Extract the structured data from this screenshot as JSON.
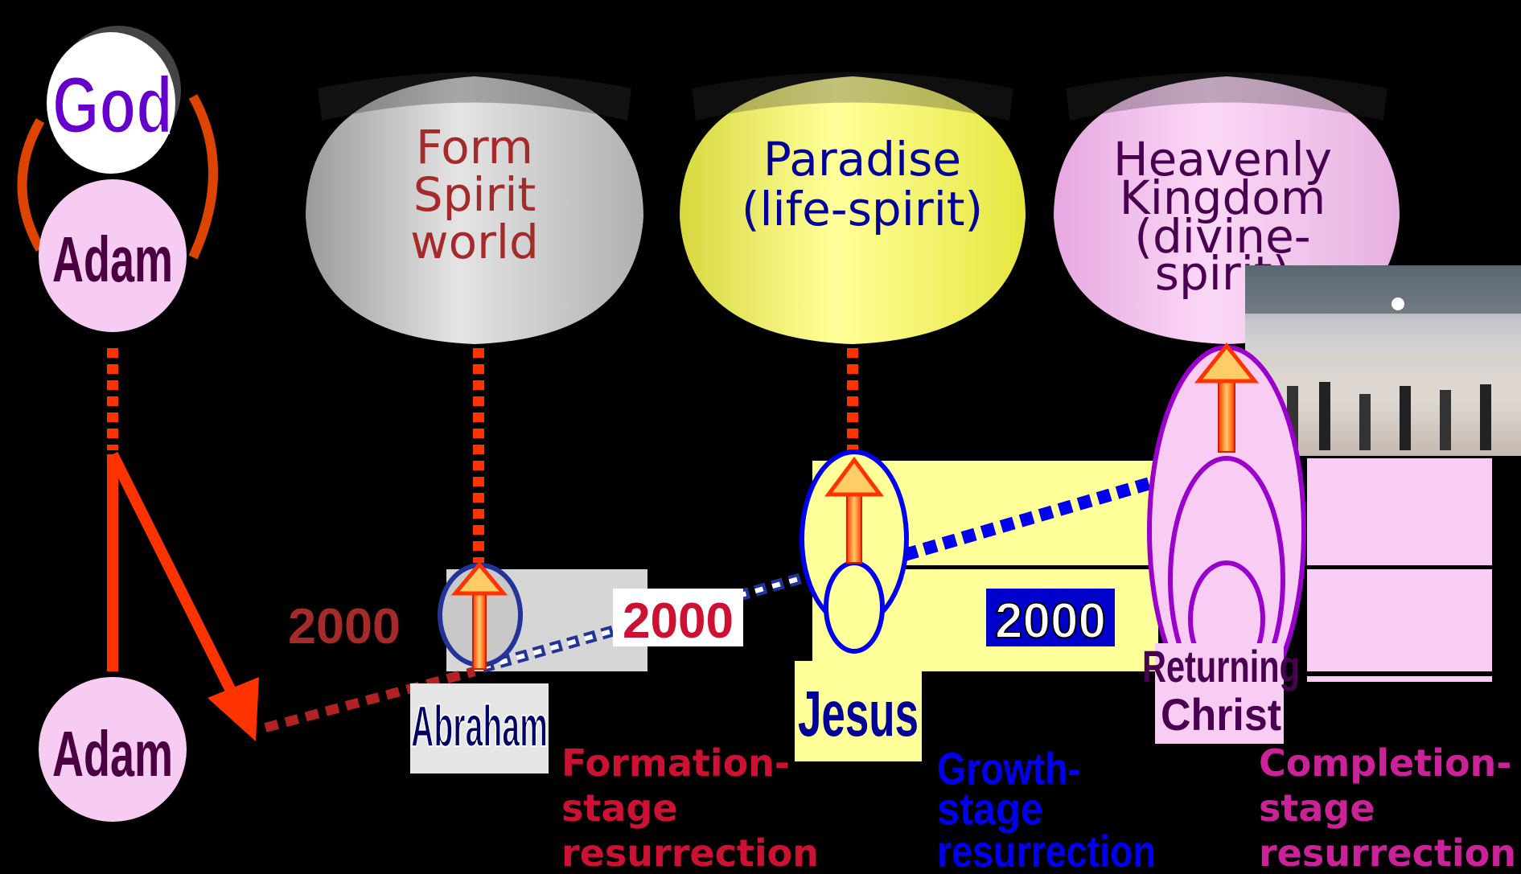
{
  "left": {
    "god_label": "God",
    "adam_top_label": "Adam",
    "adam_bottom_label": "Adam"
  },
  "spirit_realms": {
    "form": [
      "Form",
      "Spirit",
      "world"
    ],
    "paradise": [
      "Paradise",
      "(life-spirit)"
    ],
    "heavenly": [
      "Heavenly",
      "Kingdom",
      "(divine-",
      "spirit)"
    ]
  },
  "eras": {
    "first": "2000",
    "second": "2000",
    "third": "2000"
  },
  "figures": {
    "abraham": "Abraham",
    "jesus": "Jesus",
    "returning": [
      "Returning",
      "Christ"
    ]
  },
  "stages": {
    "formation": [
      "Formation-",
      "stage",
      "resurrection"
    ],
    "growth": [
      "Growth-",
      "stage",
      "resurrection"
    ],
    "completion": [
      "Completion-",
      "stage",
      "resurrection"
    ]
  },
  "colors": {
    "background": "#000000",
    "god_purple": "#6600cc",
    "adam_text": "#4a0040",
    "adam_fill": "#f7ccf2",
    "arrow_red": "#ff3300",
    "form_text": "#a52a2a",
    "paradise_fill": "#ffff99",
    "paradise_text": "#000099",
    "heavenly_fill": "#f9ccf3",
    "heavenly_text": "#4a0050",
    "formation_text": "#cc1133",
    "growth_text": "#0000ee",
    "completion_text": "#cc2299"
  }
}
